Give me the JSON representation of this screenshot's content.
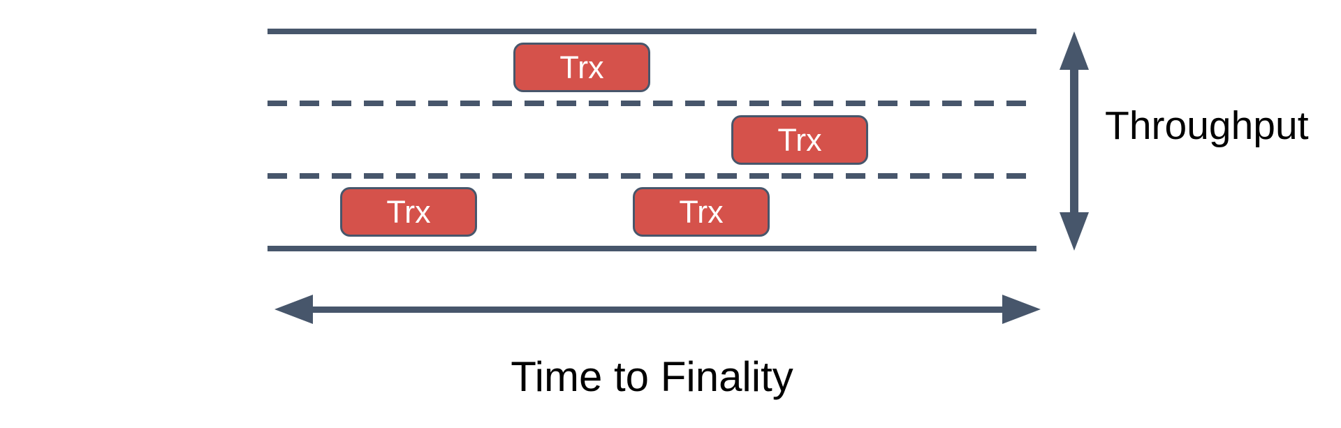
{
  "colors": {
    "background": "#ffffff",
    "stroke": "#47566b",
    "box_fill": "#d5524b",
    "box_text": "#ffffff",
    "label_text": "#000000"
  },
  "diagram": {
    "boxes": [
      {
        "label": "Trx",
        "lane": 1
      },
      {
        "label": "Trx",
        "lane": 2
      },
      {
        "label": "Trx",
        "lane": 3
      },
      {
        "label": "Trx",
        "lane": 3
      }
    ],
    "lane_count": 3,
    "labels": {
      "throughput": "Throughput",
      "time_to_finality": "Time to Finality"
    }
  }
}
